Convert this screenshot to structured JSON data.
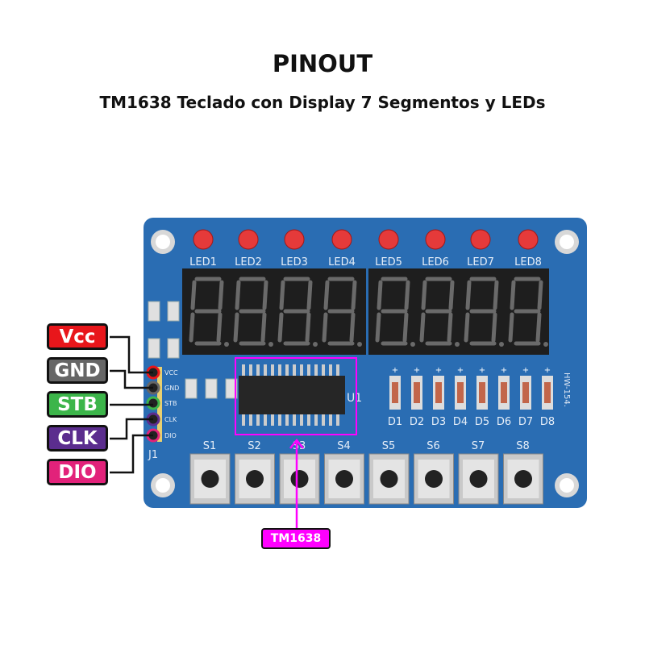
{
  "header": {
    "title": "PINOUT",
    "subtitle": "TM1638 Teclado con Display 7 Segmentos y LEDs"
  },
  "pins": [
    {
      "label": "Vcc",
      "silk": "VCC",
      "color": "#e8161b"
    },
    {
      "label": "GND",
      "silk": "GND",
      "color": "#666666"
    },
    {
      "label": "STB",
      "silk": "STB",
      "color": "#3cb54a"
    },
    {
      "label": "CLK",
      "silk": "CLK",
      "color": "#5b2d8e"
    },
    {
      "label": "DIO",
      "silk": "DIO",
      "color": "#e2227a"
    }
  ],
  "board": {
    "connector": "J1",
    "chip_ref": "U1",
    "model": "HW-154.",
    "leds": [
      "LED1",
      "LED2",
      "LED3",
      "LED4",
      "LED5",
      "LED6",
      "LED7",
      "LED8"
    ],
    "diodes": [
      "D1",
      "D2",
      "D3",
      "D4",
      "D5",
      "D6",
      "D7",
      "D8"
    ],
    "diode_polarity": "+",
    "buttons": [
      "S1",
      "S2",
      "S3",
      "S4",
      "S5",
      "S6",
      "S7",
      "S8"
    ],
    "board_color": "#2a6db3",
    "highlight_color": "#ff00ff"
  },
  "callout": {
    "chip": "TM1638"
  }
}
